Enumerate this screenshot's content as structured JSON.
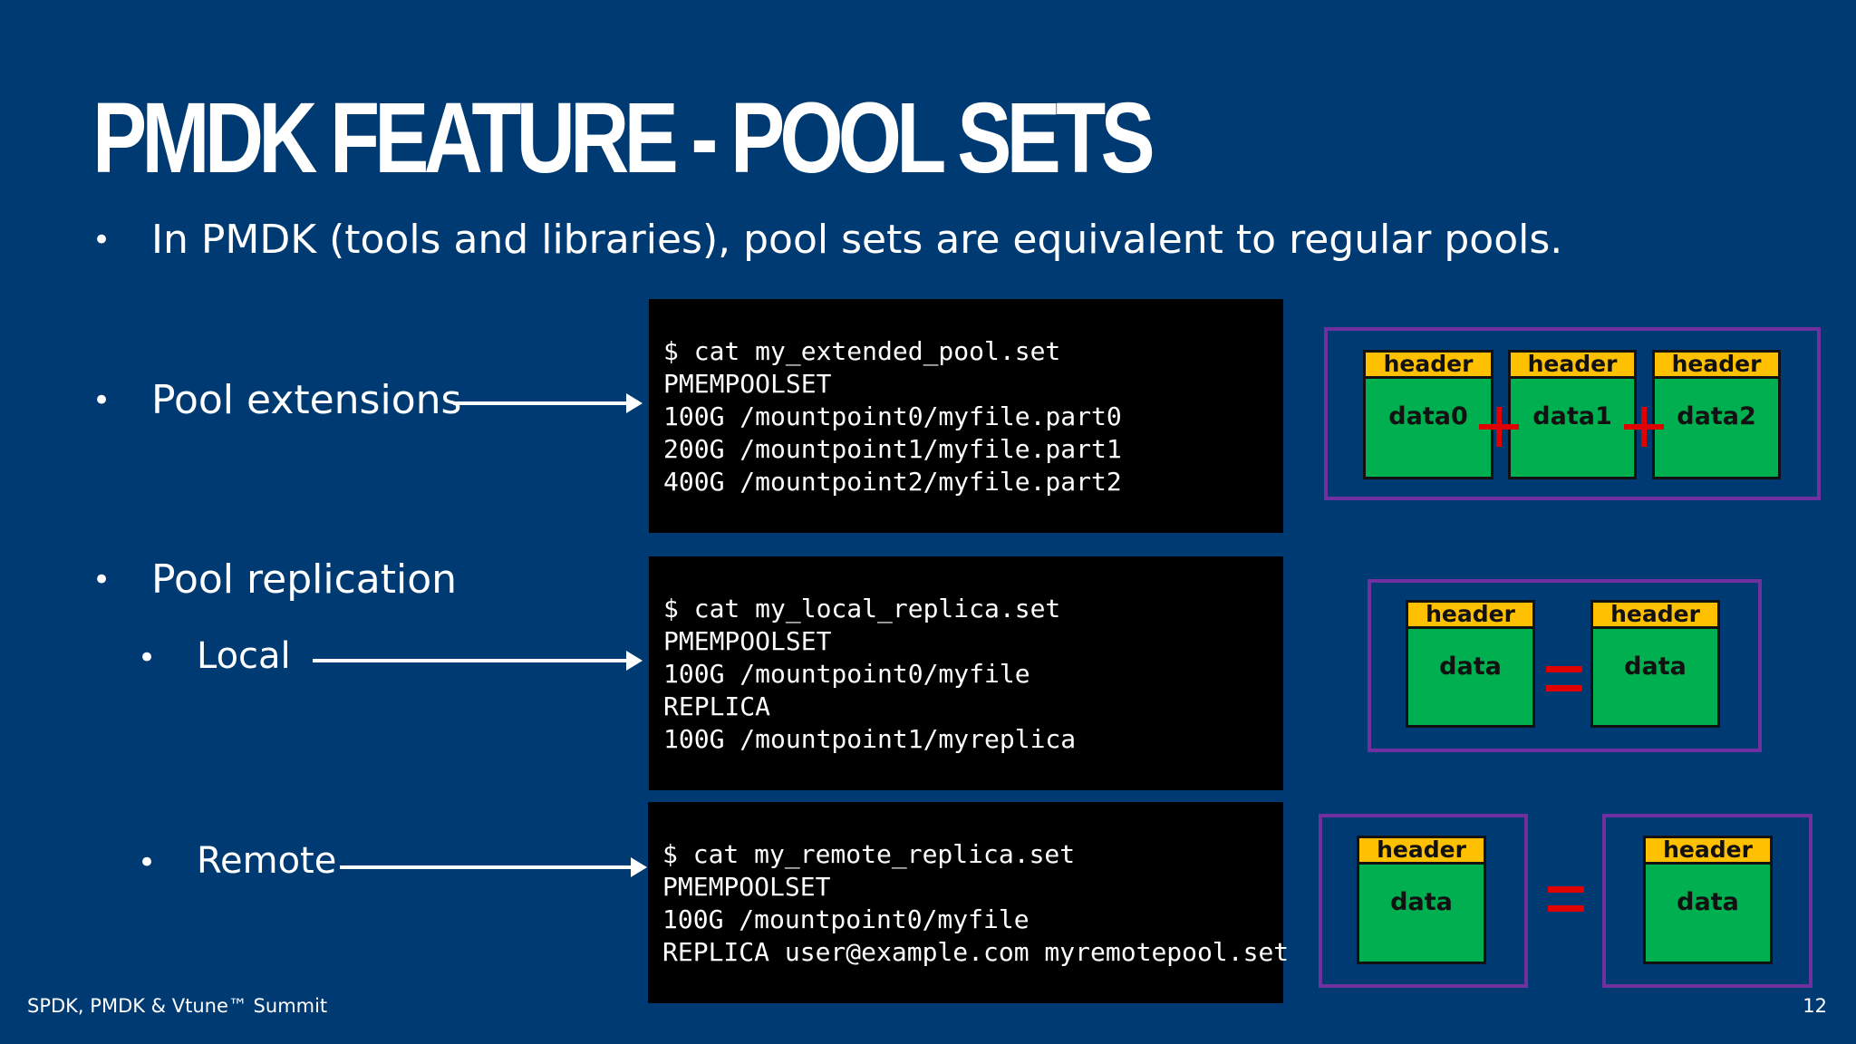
{
  "title": "PMDK FEATURE - POOL SETS",
  "bullets": {
    "intro": "In PMDK (tools and libraries), pool sets are equivalent to regular pools.",
    "extensions": "Pool extensions",
    "replication": "Pool replication",
    "local": "Local",
    "remote": "Remote",
    "marker": "•"
  },
  "code": {
    "extended": [
      "$ cat my_extended_pool.set",
      "PMEMPOOLSET",
      "100G /mountpoint0/myfile.part0",
      "200G /mountpoint1/myfile.part1",
      "400G /mountpoint2/myfile.part2"
    ],
    "local": [
      "$ cat my_local_replica.set",
      "PMEMPOOLSET",
      "100G /mountpoint0/myfile",
      "REPLICA",
      "100G /mountpoint1/myreplica"
    ],
    "remote": [
      "$ cat my_remote_replica.set",
      "PMEMPOOLSET",
      "100G /mountpoint0/myfile",
      "REPLICA user@example.com myremotepool.set"
    ]
  },
  "diagram": {
    "header_label": "header",
    "extension_data": [
      "data0",
      "data1",
      "data2"
    ],
    "replica_data": "data"
  },
  "footer": "SPDK, PMDK & Vtune™ Summit",
  "page_number": "12",
  "colors": {
    "background": "#003a73",
    "header": "#ffc000",
    "data": "#00b050",
    "outline": "#7030a0",
    "operator": "#e00000"
  }
}
